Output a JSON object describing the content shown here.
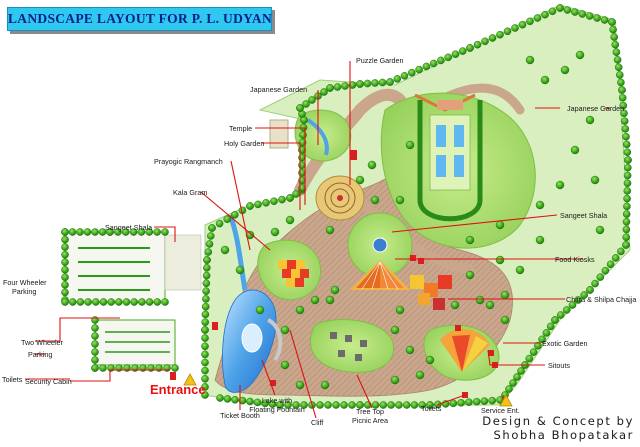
{
  "title": "LANDSCAPE LAYOUT FOR P. L.  UDYAN",
  "entrance": "Entrance",
  "credit": {
    "line1": "Design & Concept by",
    "line2": "Shobha Bhopatakar"
  },
  "labels": {
    "puzzle_garden": "Puzzle Garden",
    "japanese_garden_left": "Japanese Garden",
    "japanese_garden_right": "Japanese Garden",
    "temple": "Temple",
    "holy_garden": "Holy Garden",
    "prayogic_rangmanch": "Prayogic Rangmanch",
    "kala_gram": "Kala Gram",
    "sangeet_shala_left": "Sangeet Shala",
    "sangeet_shala_right": "Sangeet Shala",
    "four_wheeler_line1": "Four Wheeler",
    "four_wheeler_line2": "Parking",
    "two_wheeler_line1": "Two Wheeler",
    "two_wheeler_line2": "Parking",
    "toilets_left": "Toilets",
    "security_cabin": "Security Cabin",
    "ticket_booth": "Ticket Booth",
    "lake_line1": "Lake with",
    "lake_line2": "Floating Fountain",
    "cliff": "Cliff",
    "tree_top_line1": "Tree Top",
    "tree_top_line2": "Picnic Area",
    "toilets_right": "Toilets",
    "service_ent": "Service Ent.",
    "food_kiosks": "Food Kiosks",
    "chitra_shilpa": "Chitra & Shilpa Chajja",
    "exotic_garden": "Exotic Garden",
    "sitouts": "Sitouts"
  },
  "colors": {
    "title_bg": "#2fc8ef",
    "title_text": "#0a1f8f",
    "leader": "#e01010",
    "tree": "#3fae1e",
    "lawn": "#a6d86a",
    "path": "#c9a68c",
    "water": "#4fa3e8",
    "entrance": "#e81010"
  }
}
